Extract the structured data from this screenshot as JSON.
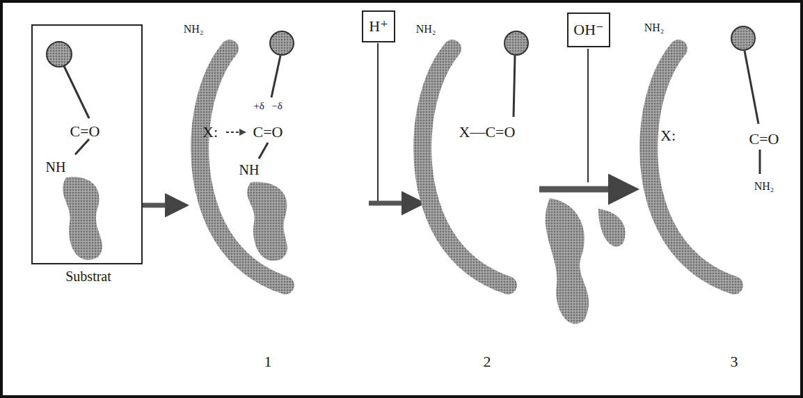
{
  "diagram": {
    "nodes": [
      {
        "text": [
          "C=O",
          "NH",
          "Substrat"
        ]
      },
      {
        "text": [
          "H⁺"
        ]
      },
      {
        "text": [
          "OH⁻"
        ]
      }
    ],
    "labels": [
      "NH₂",
      "X:",
      "+δ",
      "−δ",
      "C=O",
      "NH",
      "1",
      "NH₂",
      "X—C=O",
      "2",
      "NH₂",
      "X:",
      "C=O",
      "NH₂",
      "3"
    ]
  }
}
